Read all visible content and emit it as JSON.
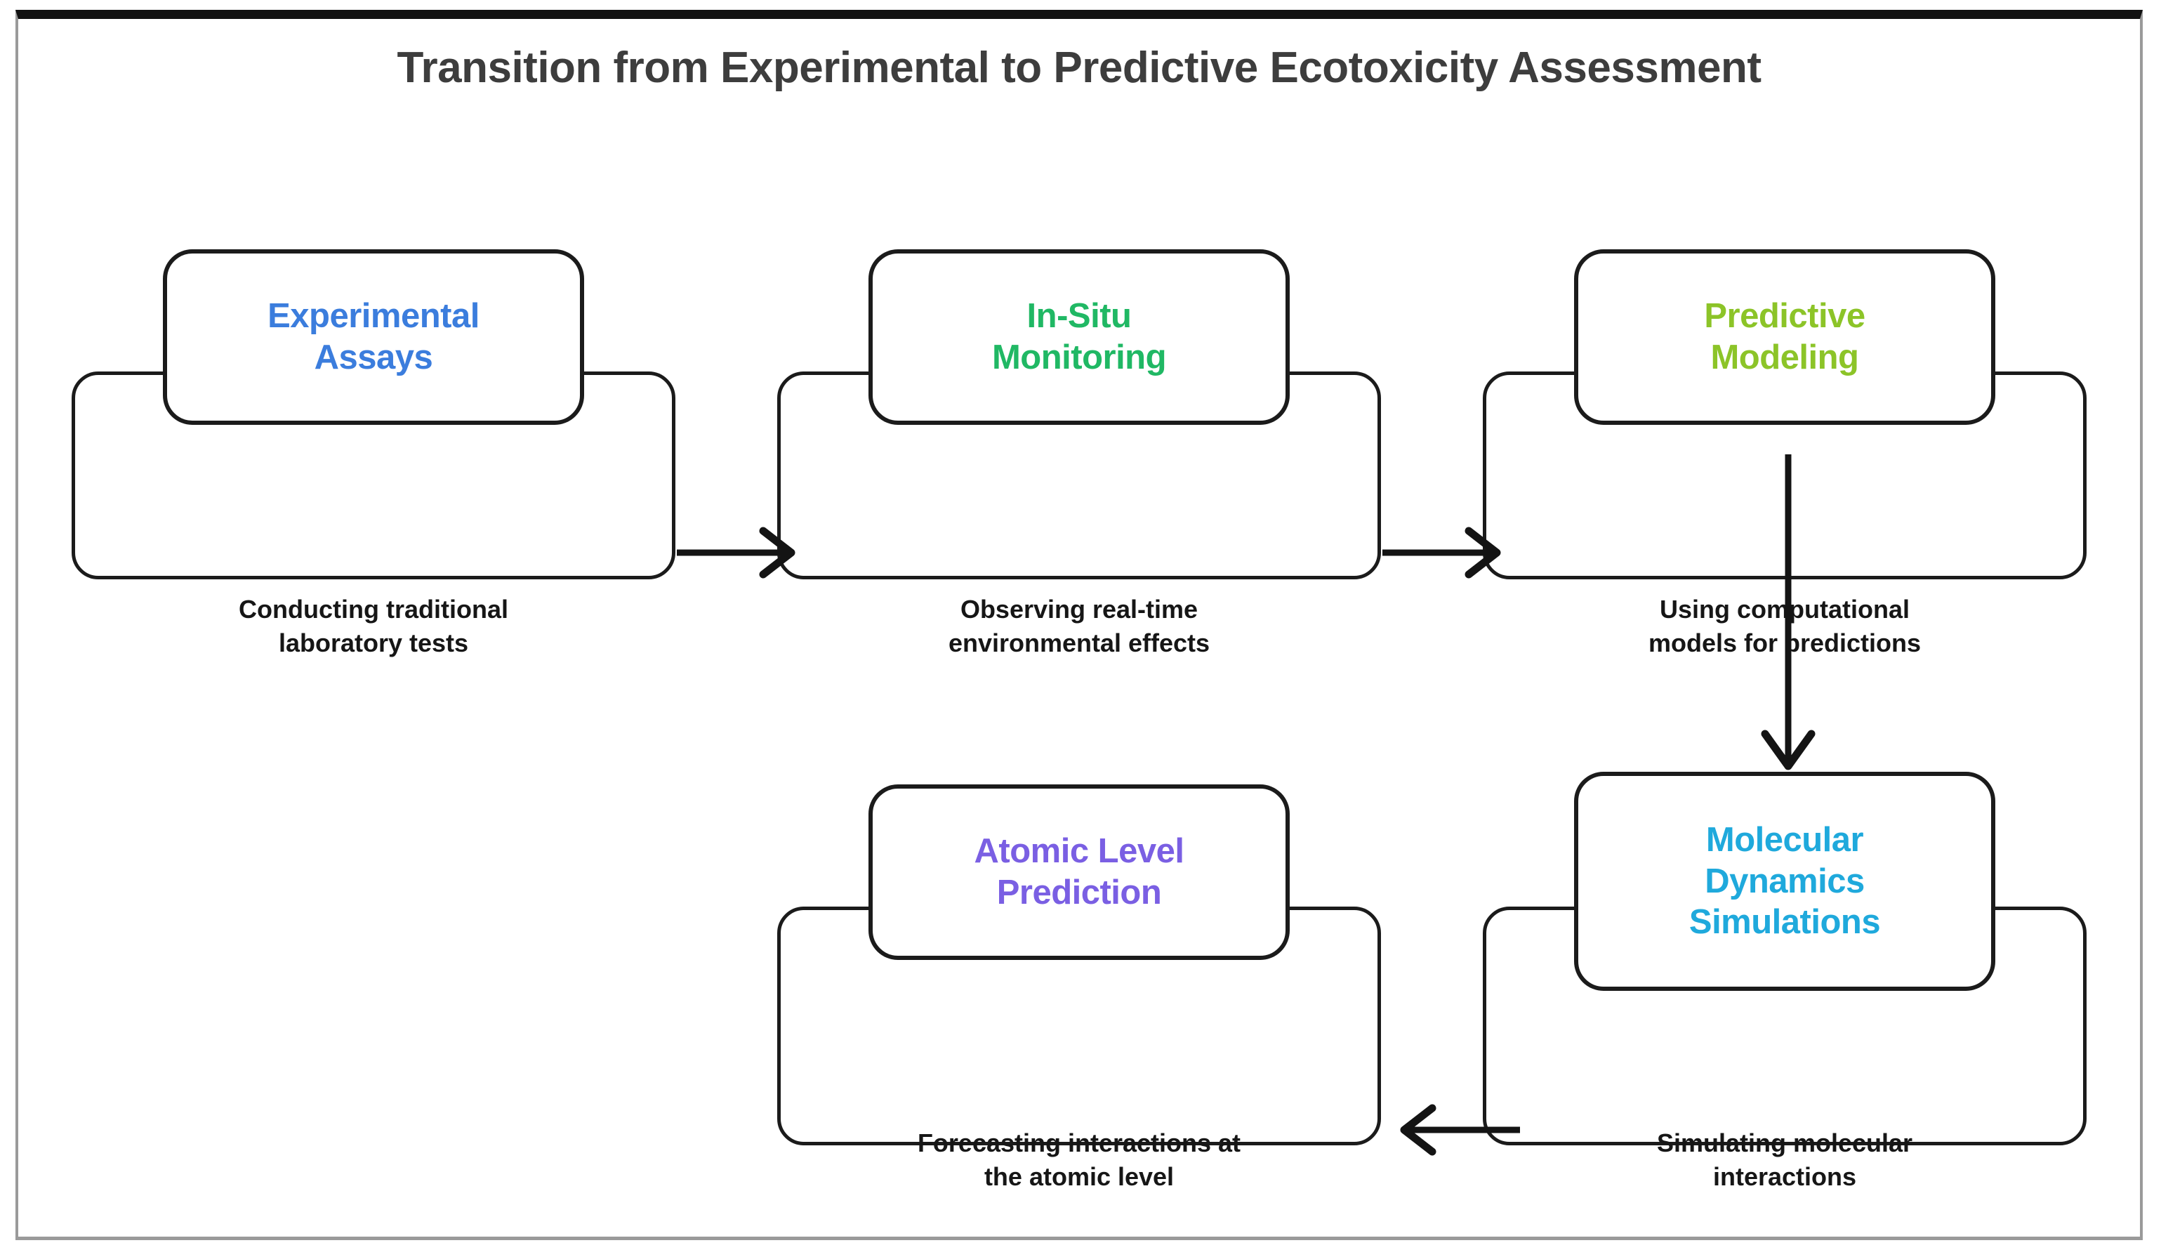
{
  "diagram": {
    "title": "Transition from Experimental to Predictive Ecotoxicity Assessment",
    "type": "flowchart",
    "nodes": [
      {
        "id": "experimental-assays",
        "title": "Experimental Assays",
        "title_line1": "Experimental",
        "title_line2": "Assays",
        "description": "Conducting traditional laboratory tests",
        "description_line1": "Conducting traditional",
        "description_line2": "laboratory tests",
        "color": "#3b7ddd",
        "color_name": "blue",
        "row": 1,
        "column": 1
      },
      {
        "id": "in-situ-monitoring",
        "title": "In-Situ Monitoring",
        "title_line1": "In-Situ",
        "title_line2": "Monitoring",
        "description": "Observing real-time environmental effects",
        "description_line1": "Observing real-time",
        "description_line2": "environmental effects",
        "color": "#20b864",
        "color_name": "green",
        "row": 1,
        "column": 2
      },
      {
        "id": "predictive-modeling",
        "title": "Predictive Modeling",
        "title_line1": "Predictive",
        "title_line2": "Modeling",
        "description": "Using computational models for predictions",
        "description_line1": "Using computational",
        "description_line2": "models for predictions",
        "color": "#8cc428",
        "color_name": "lime",
        "row": 1,
        "column": 3
      },
      {
        "id": "molecular-dynamics-simulations",
        "title": "Molecular Dynamics Simulations",
        "title_line1": "Molecular",
        "title_line2": "Dynamics",
        "title_line3": "Simulations",
        "description": "Simulating molecular interactions",
        "description_line1": "Simulating molecular",
        "description_line2": "interactions",
        "color": "#1fa9dc",
        "color_name": "cyan",
        "row": 2,
        "column": 3
      },
      {
        "id": "atomic-level-prediction",
        "title": "Atomic Level Prediction",
        "title_line1": "Atomic Level",
        "title_line2": "Prediction",
        "description": "Forecasting interactions at the atomic level",
        "description_line1": "Forecasting interactions at",
        "description_line2": "the atomic level",
        "color": "#7a5fe3",
        "color_name": "purple",
        "row": 2,
        "column": 2
      }
    ],
    "connections": [
      {
        "id": "conn-1",
        "from": "experimental-assays",
        "to": "in-situ-monitoring",
        "direction": "right"
      },
      {
        "id": "conn-2",
        "from": "in-situ-monitoring",
        "to": "predictive-modeling",
        "direction": "right"
      },
      {
        "id": "conn-3",
        "from": "predictive-modeling",
        "to": "molecular-dynamics-simulations",
        "direction": "down"
      },
      {
        "id": "conn-4",
        "from": "molecular-dynamics-simulations",
        "to": "atomic-level-prediction",
        "direction": "left"
      }
    ],
    "style": {
      "title_color": "#3d3d3d",
      "border_color": "#1b1b1b",
      "background": "#ffffff",
      "frame_top_border": "#111111",
      "frame_side_border": "#9a9a9a",
      "arrow_color": "#141414"
    }
  }
}
